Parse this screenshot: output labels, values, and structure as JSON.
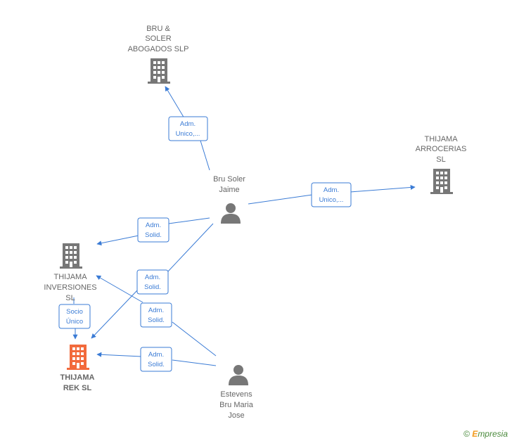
{
  "nodes": {
    "bru_soler_abogados": {
      "lines": [
        "BRU &",
        "SOLER",
        "ABOGADOS SLP"
      ],
      "type": "company",
      "color": "#777777"
    },
    "thijama_arrocerias": {
      "lines": [
        "THIJAMA",
        "ARROCERIAS",
        "SL"
      ],
      "type": "company",
      "color": "#777777"
    },
    "thijama_inversiones": {
      "lines": [
        "THIJAMA",
        "INVERSIONES",
        "SL"
      ],
      "type": "company",
      "color": "#777777"
    },
    "thijama_rek": {
      "lines": [
        "THIJAMA",
        "REK  SL"
      ],
      "type": "company",
      "color": "#f26a3c"
    },
    "bru_soler_jaime": {
      "lines": [
        "Bru Soler",
        "Jaime"
      ],
      "type": "person",
      "color": "#777777"
    },
    "estevens_bru": {
      "lines": [
        "Estevens",
        "Bru Maria",
        "Jose"
      ],
      "type": "person",
      "color": "#777777"
    }
  },
  "edges": [
    {
      "id": "e1",
      "lines": [
        "Adm.",
        "Unico,..."
      ]
    },
    {
      "id": "e2",
      "lines": [
        "Adm.",
        "Unico,..."
      ]
    },
    {
      "id": "e3",
      "lines": [
        "Adm.",
        "Solid."
      ]
    },
    {
      "id": "e4",
      "lines": [
        "Adm.",
        "Solid."
      ]
    },
    {
      "id": "e5",
      "lines": [
        "Adm.",
        "Solid."
      ]
    },
    {
      "id": "e6",
      "lines": [
        "Adm.",
        "Solid."
      ]
    },
    {
      "id": "e7",
      "lines": [
        "Socio",
        "Único"
      ]
    }
  ],
  "colors": {
    "edge": "#3a7bd5",
    "company": "#777777",
    "highlight": "#f26a3c"
  },
  "copyright": {
    "symbol": "©",
    "brand_first": "E",
    "brand_rest": "mpresia"
  }
}
